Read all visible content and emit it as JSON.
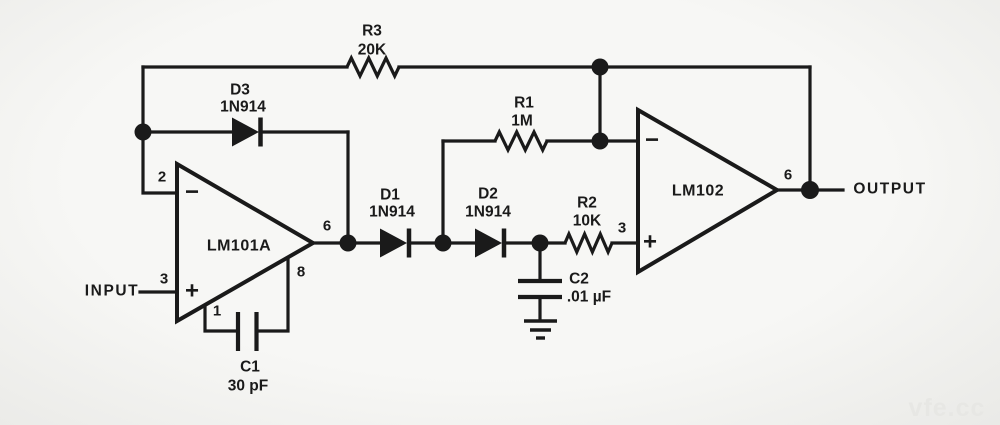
{
  "schematic": {
    "ports": {
      "input": "INPUT",
      "output": "OUTPUT"
    },
    "opamp1": {
      "name": "LM101A",
      "pin_inv": "2",
      "pin_non_inv": "3",
      "pin_out": "6",
      "pin_comp_a": "1",
      "pin_comp_b": "8",
      "inv_sign": "−",
      "non_inv_sign": "+"
    },
    "opamp2": {
      "name": "LM102",
      "pin_non_inv": "3",
      "pin_out": "6",
      "inv_sign": "−",
      "non_inv_sign": "+"
    },
    "r1": {
      "ref": "R1",
      "value": "1M"
    },
    "r2": {
      "ref": "R2",
      "value": "10K"
    },
    "r3": {
      "ref": "R3",
      "value": "20K"
    },
    "d1": {
      "ref": "D1",
      "part": "1N914"
    },
    "d2": {
      "ref": "D2",
      "part": "1N914"
    },
    "d3": {
      "ref": "D3",
      "part": "1N914"
    },
    "c1": {
      "ref": "C1",
      "value": "30 pF"
    },
    "c2": {
      "ref": "C2",
      "value": ".01 µF"
    }
  },
  "watermark": "vfe.cc",
  "colors": {
    "line": "#1a1a1a",
    "bg-center": "#f7f7f5",
    "bg-edge": "#e9e9e6",
    "wm": "#e7e7e4"
  }
}
